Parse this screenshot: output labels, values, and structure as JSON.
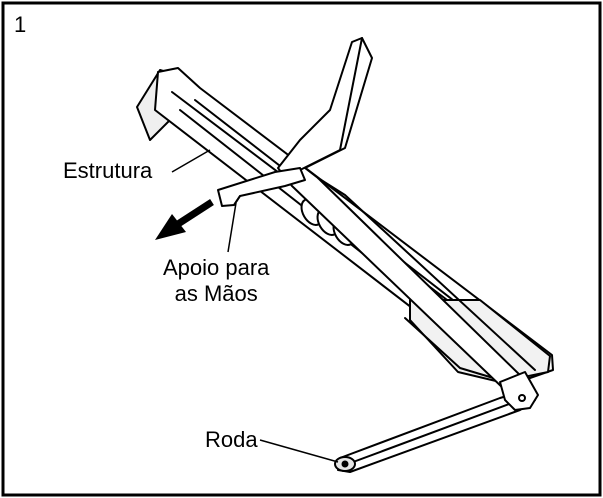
{
  "step_number": "1",
  "labels": {
    "frame": "Estrutura",
    "handrail_line1": "Apoio para",
    "handrail_line2": "as Mãos",
    "wheel": "Roda"
  },
  "colors": {
    "line": "#000000",
    "fill": "#ffffff",
    "shade": "#e6e6e6"
  },
  "arrow": {
    "direction": "down-left"
  }
}
